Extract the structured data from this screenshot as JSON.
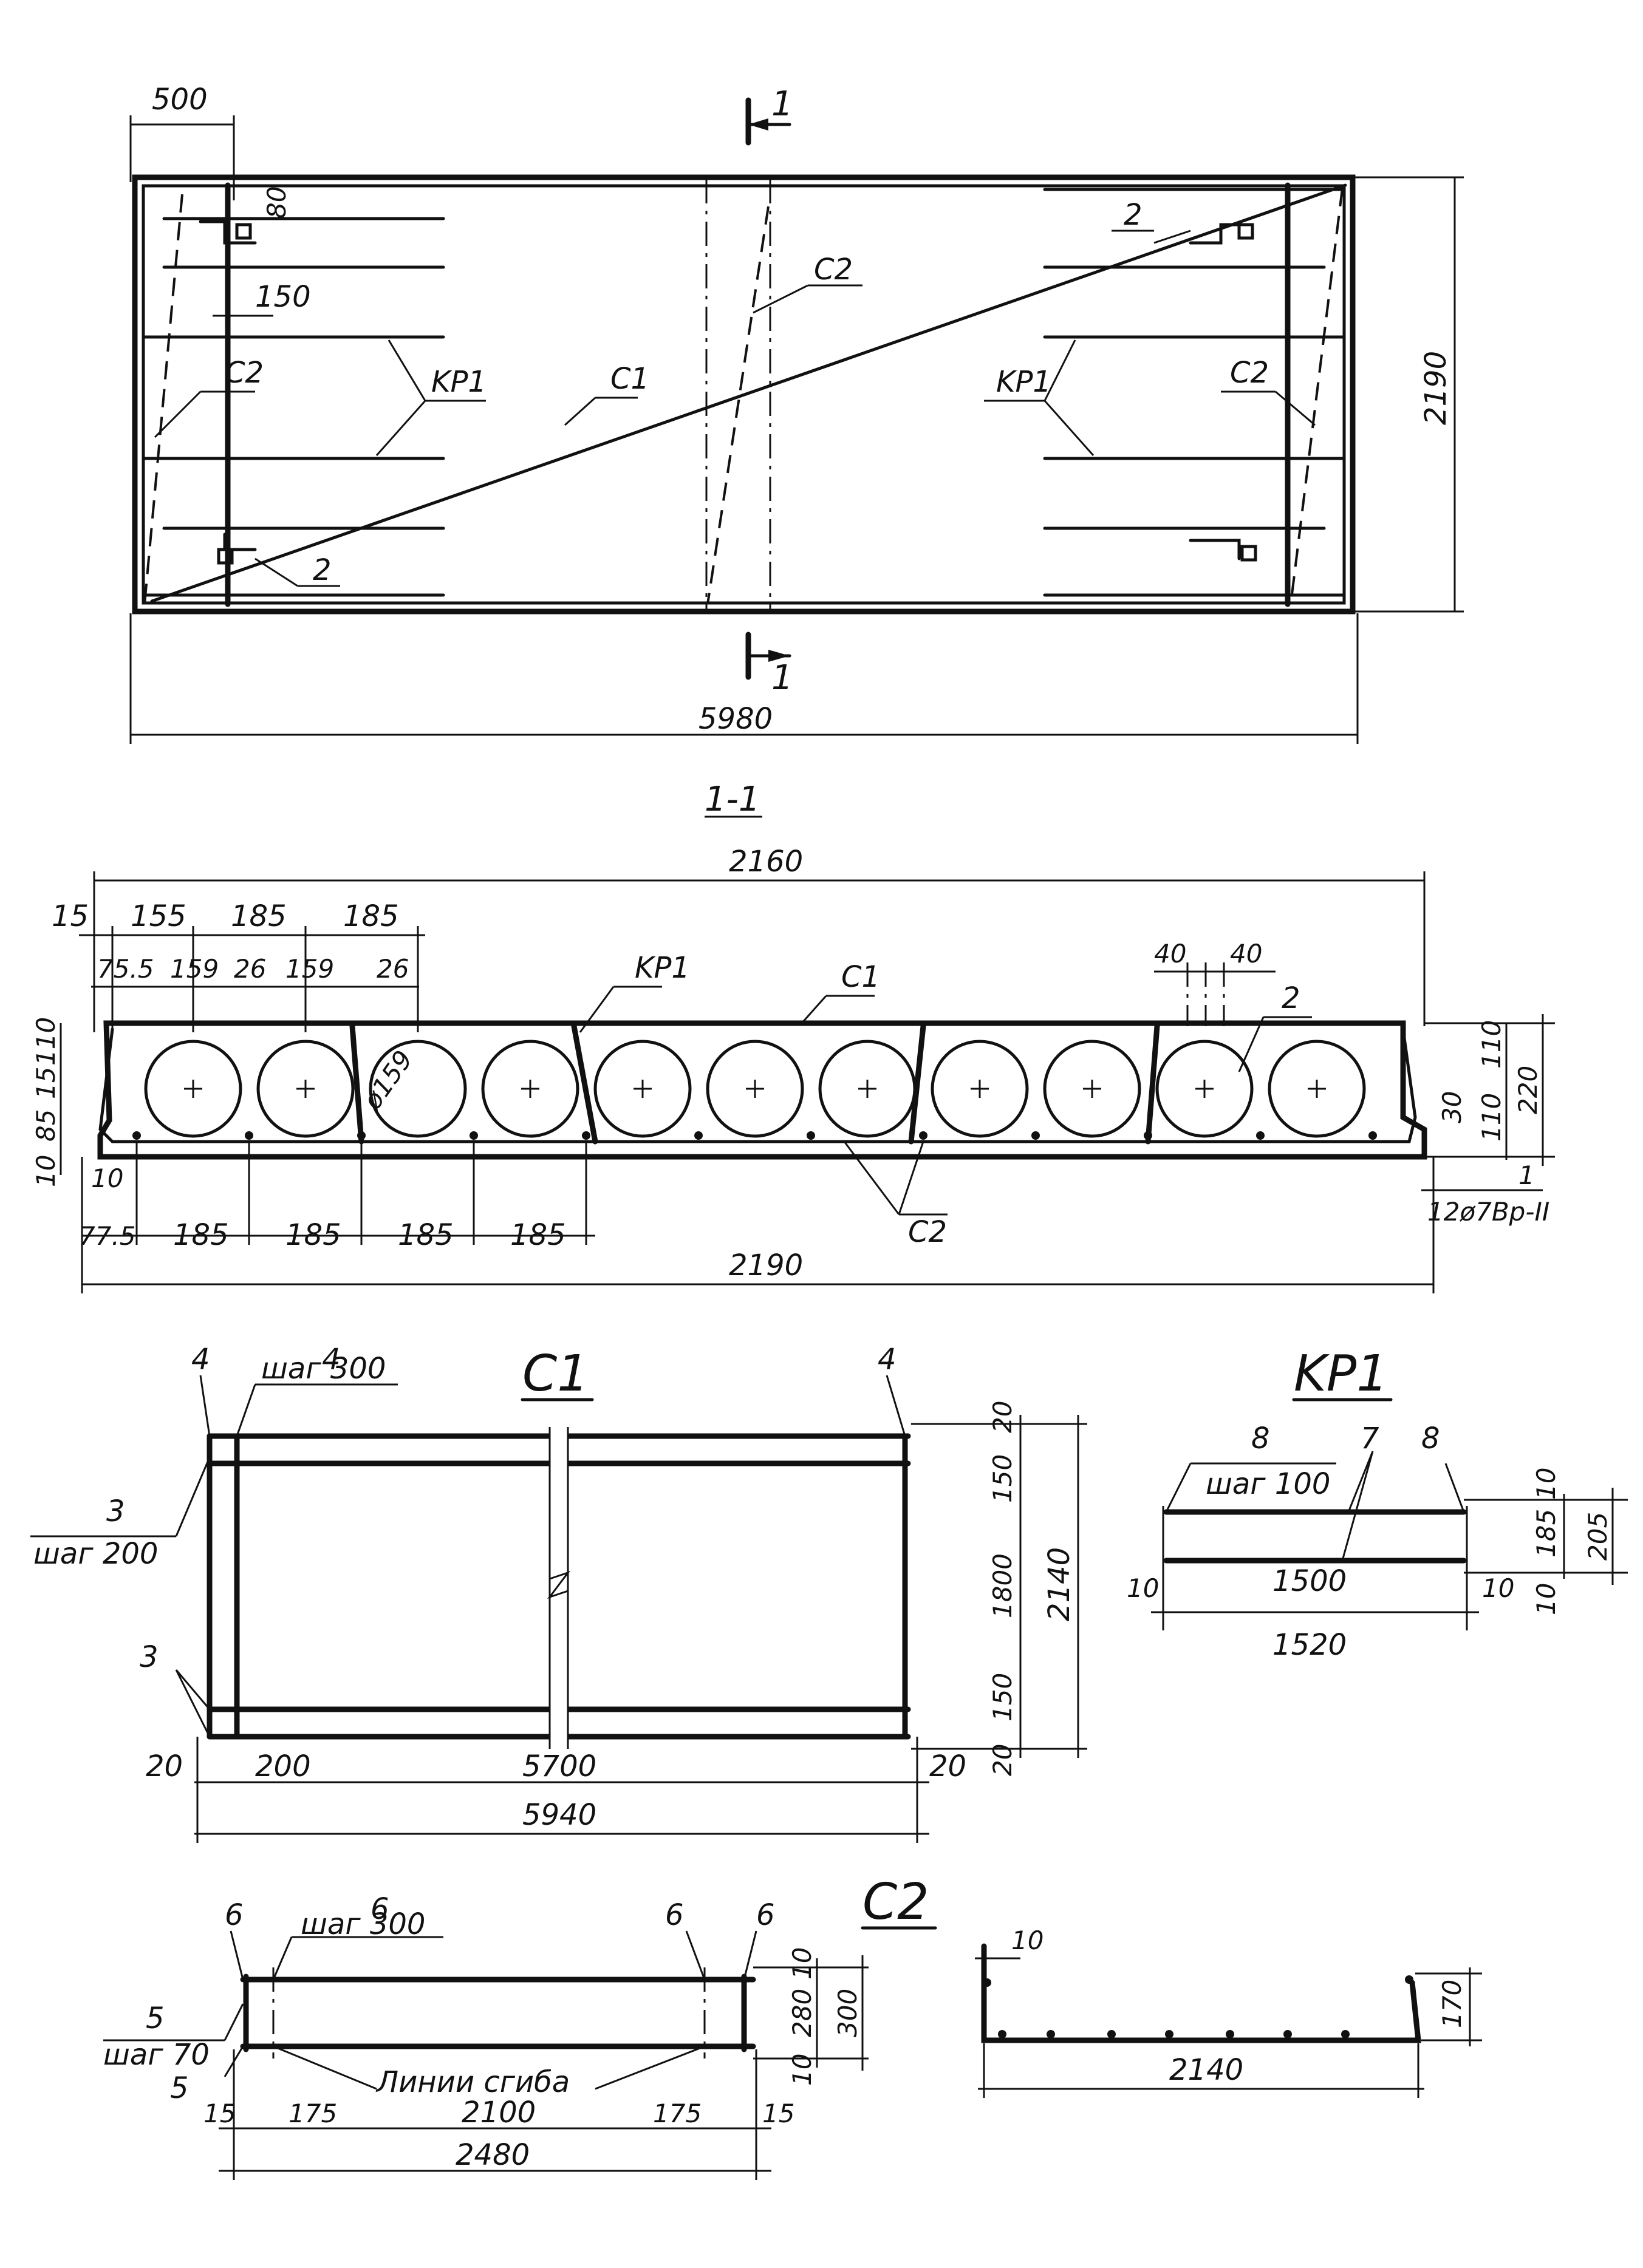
{
  "plan": {
    "dims": {
      "d500": "500",
      "d80": "80",
      "d150": "150",
      "d2190": "2190",
      "d5980": "5980"
    },
    "section_mark_label": "1",
    "labels": {
      "c1": "C1",
      "c2": "C2",
      "kp1": "KP1",
      "n2": "2"
    }
  },
  "section": {
    "title": "1-1",
    "dims_top": {
      "d2160": "2160",
      "d15": "15",
      "d155": "155",
      "d185": "185",
      "d75_5": "75.5",
      "d159": "159",
      "d26": "26",
      "d40": "40"
    },
    "dims_side": {
      "d110": "110",
      "d15": "15",
      "d85": "85",
      "d10": "10",
      "d30": "30",
      "d220": "220"
    },
    "dims_bottom": {
      "d10": "10",
      "d77_5": "77.5",
      "d185": "185",
      "d2190": "2190"
    },
    "diameter_label": "ø159",
    "labels": {
      "kp1": "KP1",
      "c1": "C1",
      "c2": "C2",
      "n2": "2",
      "n1": "1"
    },
    "strand_label": "12ø7Bp-II"
  },
  "c1": {
    "title": "C1",
    "marks": {
      "n4": "4",
      "n3": "3",
      "step300": "шаг 300",
      "step200": "шаг 200"
    },
    "dims": {
      "d20": "20",
      "d150": "150",
      "d1800": "1800",
      "d2140": "2140",
      "d200": "200",
      "d5700": "5700",
      "d5940": "5940"
    }
  },
  "kp1": {
    "title": "KP1",
    "marks": {
      "n8": "8",
      "n7": "7",
      "step100": "шаг 100"
    },
    "dims": {
      "d10": "10",
      "d185": "185",
      "d205": "205",
      "d1500": "1500",
      "d1520": "1520"
    }
  },
  "c2": {
    "title": "C2",
    "marks": {
      "n6": "6",
      "n5": "5",
      "step300": "шаг 300",
      "step70": "шаг 70"
    },
    "bend_label": "Линии сгиба",
    "dims": {
      "d10": "10",
      "d280": "280",
      "d300": "300",
      "d15": "15",
      "d175": "175",
      "d2100": "2100",
      "d2480": "2480",
      "d2140": "2140",
      "d170": "170"
    }
  }
}
